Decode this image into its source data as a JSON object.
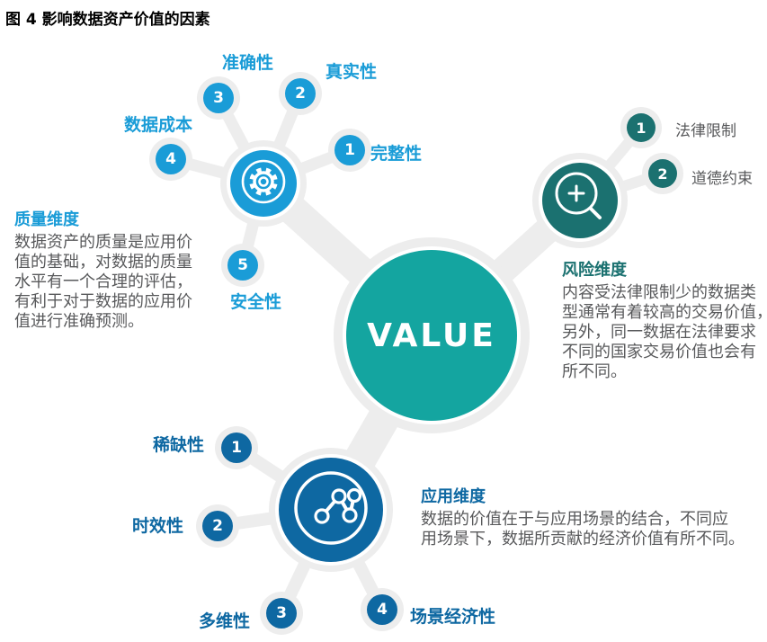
{
  "title": "图 4 影响数据资产价值的因素",
  "center": {
    "label": "VALUE"
  },
  "colors": {
    "quality": "#1A9CD7",
    "risk": "#1B7170",
    "application": "#0E68A2",
    "center": "#14A5A0",
    "connector_gray": "#EDEDED",
    "body_text": "#58595B"
  },
  "clusters": {
    "quality": {
      "header": "质量维度",
      "body": "数据资产的质量是应用价\n值的基础，对数据的质量\n水平有一个合理的评估，\n有利于对于数据的应用价\n值进行准确预测。",
      "icon": "gear-icon",
      "factors": [
        {
          "num": "1",
          "label": "完整性"
        },
        {
          "num": "2",
          "label": "真实性"
        },
        {
          "num": "3",
          "label": "准确性"
        },
        {
          "num": "4",
          "label": "数据成本"
        },
        {
          "num": "5",
          "label": "安全性"
        }
      ]
    },
    "risk": {
      "header": "风险维度",
      "body": "内容受法律限制少的数据类\n型通常有着较高的交易价值，\n另外，同一数据在法律要求\n不同的国家交易价值也会有\n所不同。",
      "icon": "magnifier-plus-icon",
      "factors": [
        {
          "num": "1",
          "label": "法律限制"
        },
        {
          "num": "2",
          "label": "道德约束"
        }
      ]
    },
    "application": {
      "header": "应用维度",
      "body": "数据的价值在于与应用场景的结合，不同应\n用场景下，数据所贡献的经济价值有所不同。",
      "icon": "network-nodes-icon",
      "factors": [
        {
          "num": "1",
          "label": "稀缺性"
        },
        {
          "num": "2",
          "label": "时效性"
        },
        {
          "num": "3",
          "label": "多维性"
        },
        {
          "num": "4",
          "label": "场景经济性"
        }
      ]
    }
  }
}
